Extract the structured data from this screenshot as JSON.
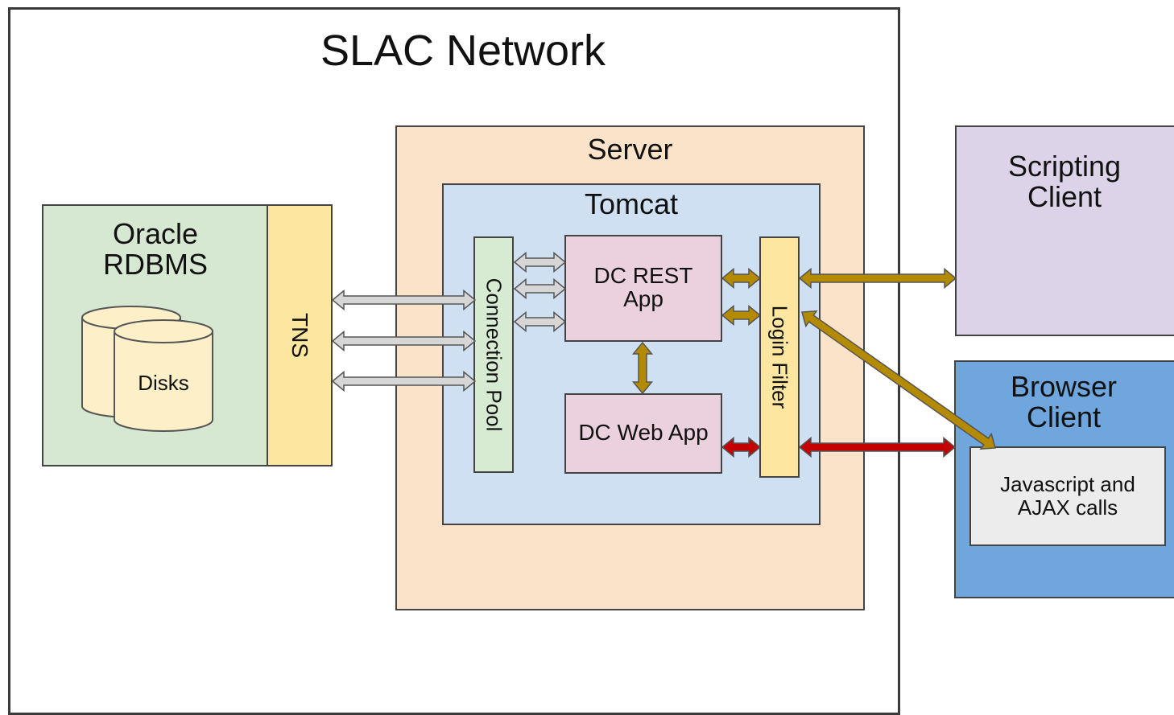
{
  "diagram": {
    "network": {
      "title": "SLAC Network"
    },
    "oracle": {
      "title_line1": "Oracle",
      "title_line2": "RDBMS",
      "disks_label": "Disks",
      "tns_label": "TNS"
    },
    "server": {
      "title": "Server",
      "tomcat": {
        "title": "Tomcat",
        "connection_pool_label": "Connection Pool",
        "rest_app_line1": "DC REST",
        "rest_app_line2": "App",
        "web_app_label": "DC Web App",
        "login_filter_label": "Login Filter"
      }
    },
    "scripting_client": {
      "title_line1": "Scripting",
      "title_line2": "Client"
    },
    "browser_client": {
      "title_line1": "Browser",
      "title_line2": "Client",
      "js_line1": "Javascript and",
      "js_line2": "AJAX calls"
    },
    "colors": {
      "gray_arrow": "#d6d6d6",
      "gold_arrow": "#b38a00",
      "red_arrow": "#c40000",
      "oracle_fill": "#d6e8d2",
      "tns_fill": "#fde6a0",
      "server_fill": "#fbe3ca",
      "tomcat_fill": "#cfe0f2",
      "app_fill": "#ebd0dd",
      "scripting_fill": "#ddd3e9",
      "browser_fill": "#6ea6dd",
      "js_fill": "#ececec"
    }
  }
}
